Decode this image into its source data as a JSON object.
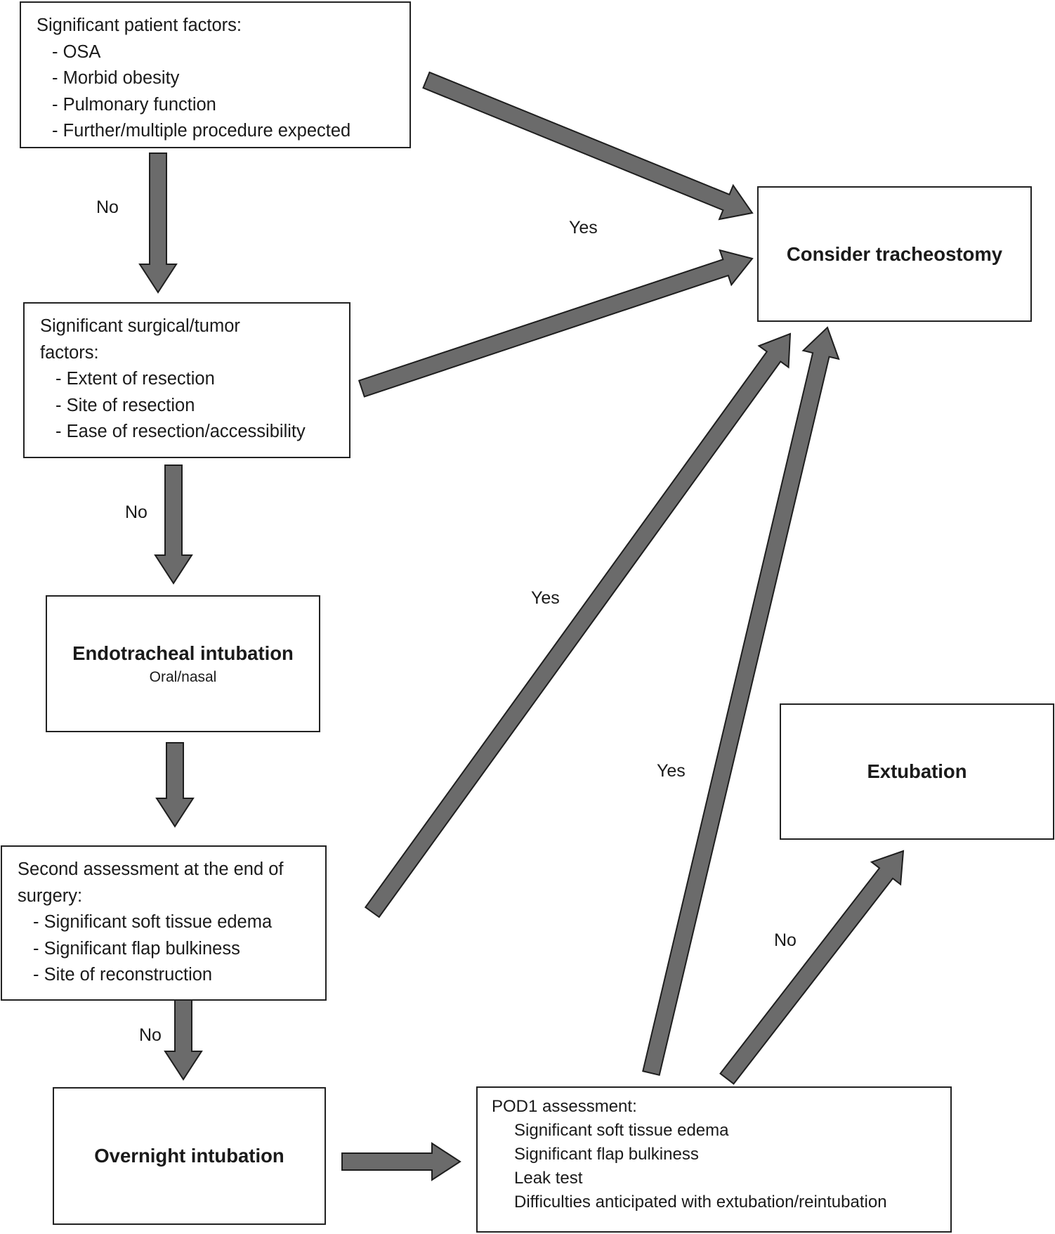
{
  "boxes": {
    "patient": {
      "heading": "Significant patient factors:",
      "items": [
        "OSA",
        "Morbid obesity",
        "Pulmonary function",
        "Further/multiple procedure expected"
      ]
    },
    "surgical": {
      "heading": "Significant surgical/tumor factors:",
      "items": [
        "Extent of resection",
        "Site of resection",
        "Ease of resection/accessibility"
      ]
    },
    "endotracheal": {
      "title": "Endotracheal intubation",
      "subtitle": "Oral/nasal"
    },
    "second": {
      "heading": "Second assessment at the end of surgery:",
      "items": [
        "Significant soft tissue edema",
        "Significant flap bulkiness",
        "Site of reconstruction"
      ]
    },
    "overnight": {
      "title": "Overnight intubation"
    },
    "pod1": {
      "heading": "POD1 assessment:",
      "items": [
        "Significant soft tissue edema",
        "Significant flap bulkiness",
        "Leak test",
        "Difficulties anticipated with extubation/reintubation"
      ]
    },
    "tracheostomy": {
      "title": "Consider tracheostomy"
    },
    "extubation": {
      "title": "Extubation"
    }
  },
  "labels": {
    "no_patient": "No",
    "yes_top": "Yes",
    "no_surgical": "No",
    "yes_second": "Yes",
    "yes_pod1": "Yes",
    "no_second": "No",
    "no_pod1": "No"
  },
  "colors": {
    "arrow_fill": "#6b6b6b",
    "arrow_stroke": "#1e1e1e",
    "border": "#222222"
  }
}
